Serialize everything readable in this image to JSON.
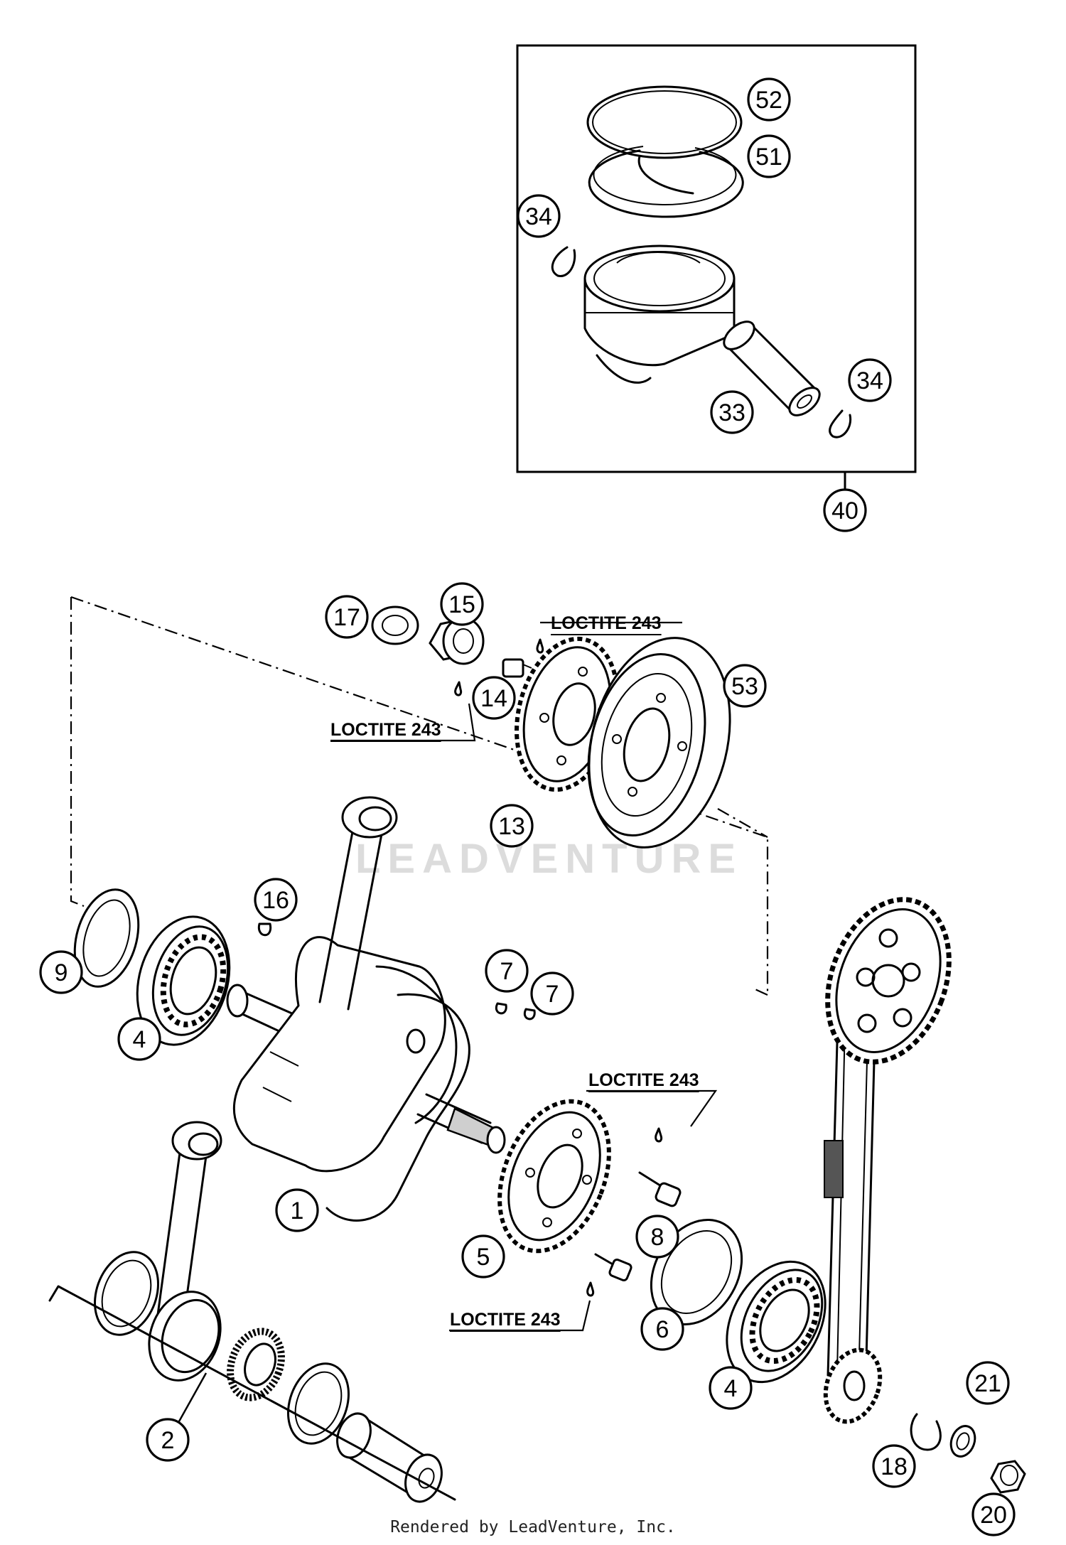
{
  "callouts": [
    {
      "id": "52",
      "label": "52"
    },
    {
      "id": "51",
      "label": "51"
    },
    {
      "id": "34a",
      "label": "34"
    },
    {
      "id": "34b",
      "label": "34"
    },
    {
      "id": "33",
      "label": "33"
    },
    {
      "id": "40",
      "label": "40"
    },
    {
      "id": "17",
      "label": "17"
    },
    {
      "id": "15",
      "label": "15"
    },
    {
      "id": "14",
      "label": "14"
    },
    {
      "id": "13",
      "label": "13"
    },
    {
      "id": "53",
      "label": "53"
    },
    {
      "id": "16",
      "label": "16"
    },
    {
      "id": "9",
      "label": "9"
    },
    {
      "id": "4a",
      "label": "4"
    },
    {
      "id": "7a",
      "label": "7"
    },
    {
      "id": "7b",
      "label": "7"
    },
    {
      "id": "1",
      "label": "1"
    },
    {
      "id": "5",
      "label": "5"
    },
    {
      "id": "8",
      "label": "8"
    },
    {
      "id": "6",
      "label": "6"
    },
    {
      "id": "2",
      "label": "2"
    },
    {
      "id": "4b",
      "label": "4"
    },
    {
      "id": "21",
      "label": "21"
    },
    {
      "id": "18",
      "label": "18"
    },
    {
      "id": "20",
      "label": "20"
    }
  ],
  "notes": {
    "loctite_top": "LOCTITE 243",
    "loctite_left": "LOCTITE 243",
    "loctite_mid": "LOCTITE 243",
    "loctite_low": "LOCTITE 243"
  },
  "watermark": "LEADVENTURE",
  "footer": "Rendered by LeadVenture, Inc."
}
